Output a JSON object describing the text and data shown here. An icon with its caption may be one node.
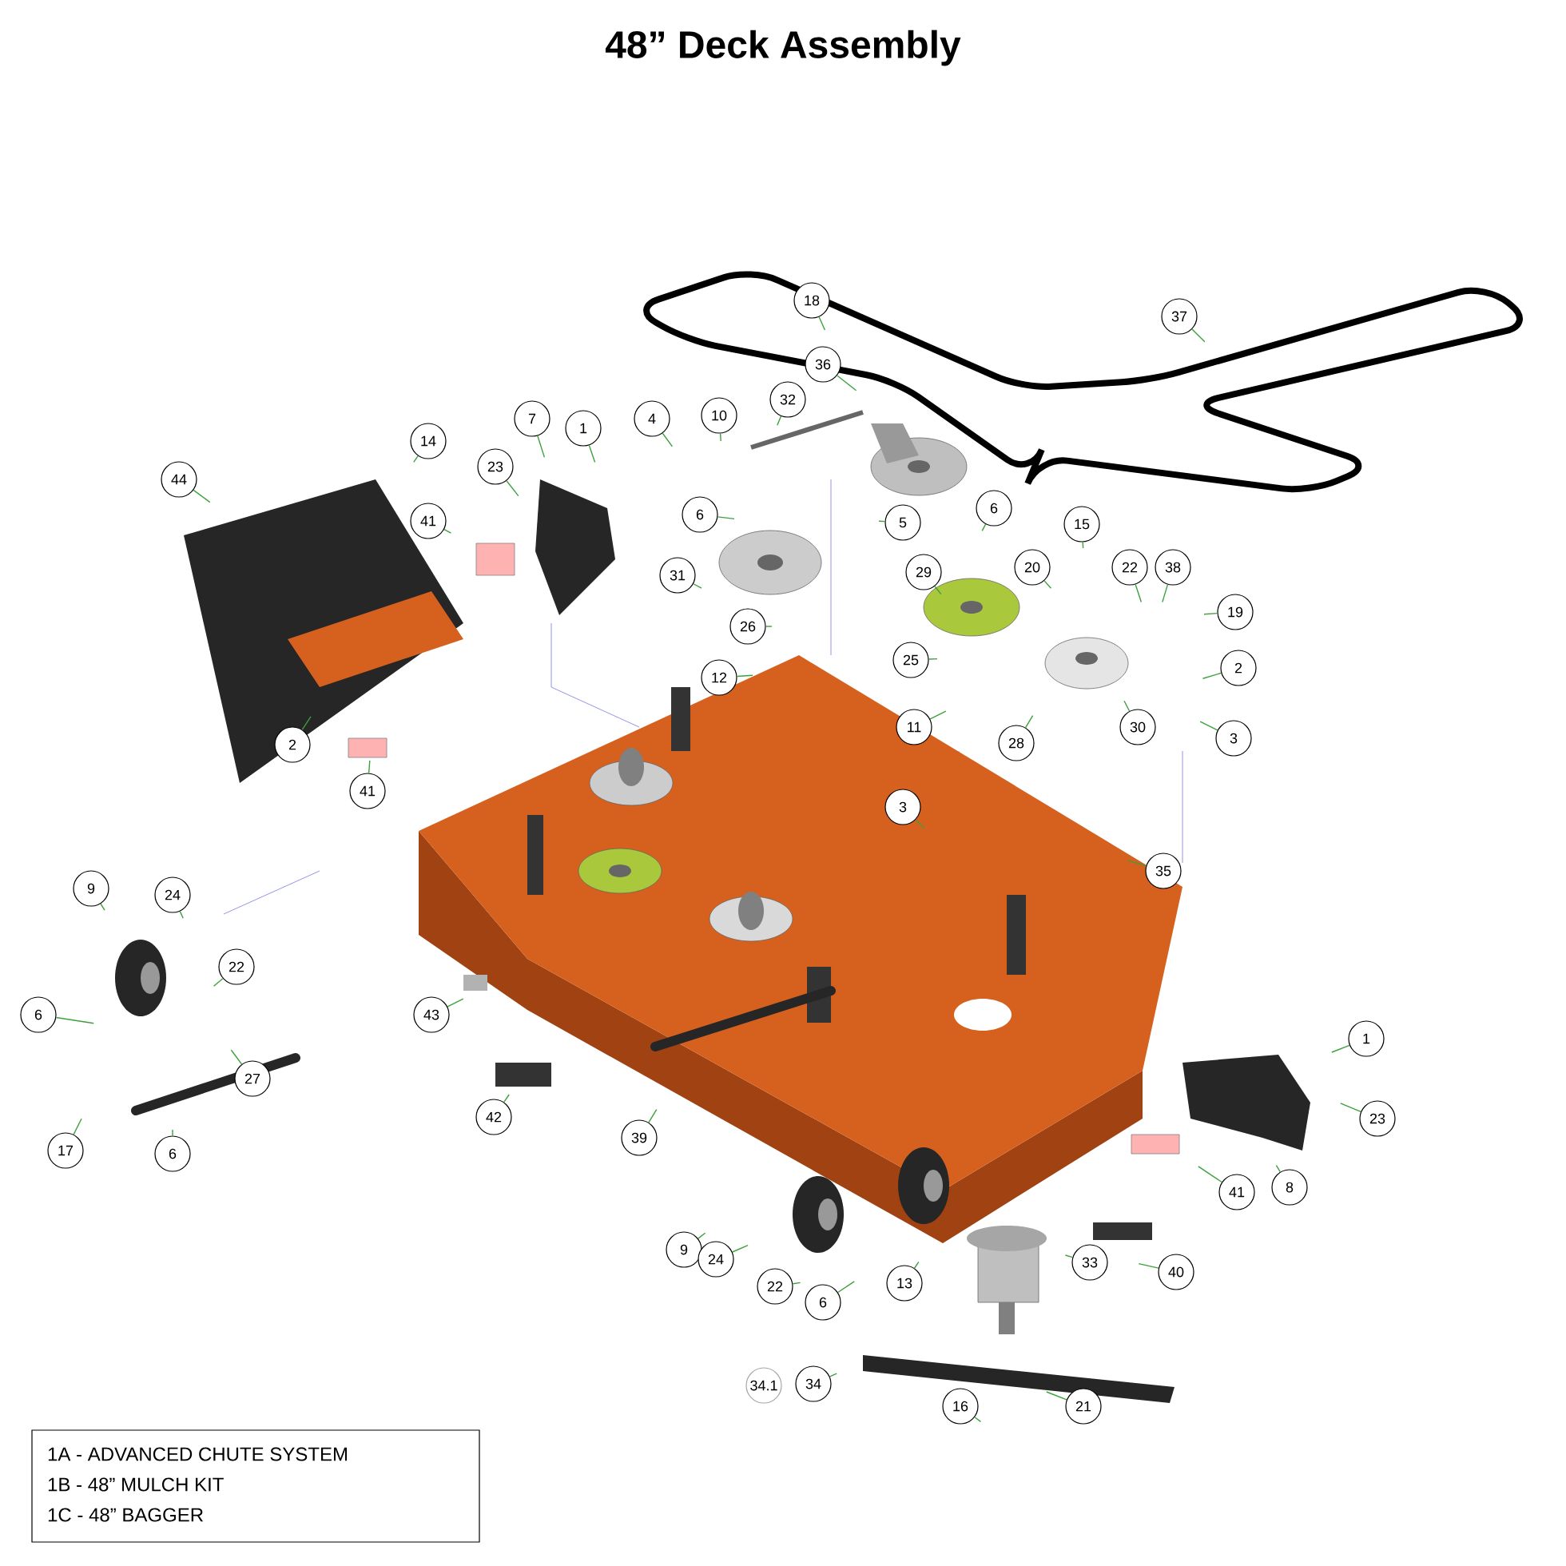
{
  "diagram": {
    "title": "48” Deck Assembly",
    "nodes": [
      {
        "text": [
          "18"
        ]
      },
      {
        "text": [
          "37"
        ]
      },
      {
        "text": [
          "36"
        ]
      },
      {
        "text": [
          "14"
        ]
      },
      {
        "text": [
          "7"
        ]
      },
      {
        "text": [
          "1"
        ]
      },
      {
        "text": [
          "4"
        ]
      },
      {
        "text": [
          "10"
        ]
      },
      {
        "text": [
          "32"
        ]
      },
      {
        "text": [
          "44"
        ]
      },
      {
        "text": [
          "23"
        ]
      },
      {
        "text": [
          "6"
        ]
      },
      {
        "text": [
          "5"
        ]
      },
      {
        "text": [
          "6"
        ]
      },
      {
        "text": [
          "15"
        ]
      },
      {
        "text": [
          "41"
        ]
      },
      {
        "text": [
          "20"
        ]
      },
      {
        "text": [
          "22"
        ]
      },
      {
        "text": [
          "38"
        ]
      },
      {
        "text": [
          "31"
        ]
      },
      {
        "text": [
          "29"
        ]
      },
      {
        "text": [
          "19"
        ]
      },
      {
        "text": [
          "26"
        ]
      },
      {
        "text": [
          "2"
        ]
      },
      {
        "text": [
          "12"
        ]
      },
      {
        "text": [
          "25"
        ]
      },
      {
        "text": [
          "11"
        ]
      },
      {
        "text": [
          "28"
        ]
      },
      {
        "text": [
          "30"
        ]
      },
      {
        "text": [
          "3"
        ]
      },
      {
        "text": [
          "2"
        ]
      },
      {
        "text": [
          "41"
        ]
      },
      {
        "text": [
          "3"
        ]
      },
      {
        "text": [
          "35"
        ]
      },
      {
        "text": [
          "9"
        ]
      },
      {
        "text": [
          "24"
        ]
      },
      {
        "text": [
          "22"
        ]
      },
      {
        "text": [
          "6"
        ]
      },
      {
        "text": [
          "43"
        ]
      },
      {
        "text": [
          "1"
        ]
      },
      {
        "text": [
          "27"
        ]
      },
      {
        "text": [
          "42"
        ]
      },
      {
        "text": [
          "39"
        ]
      },
      {
        "text": [
          "23"
        ]
      },
      {
        "text": [
          "17"
        ]
      },
      {
        "text": [
          "6"
        ]
      },
      {
        "text": [
          "41"
        ]
      },
      {
        "text": [
          "8"
        ]
      },
      {
        "text": [
          "9"
        ]
      },
      {
        "text": [
          "24"
        ]
      },
      {
        "text": [
          "33"
        ]
      },
      {
        "text": [
          "40"
        ]
      },
      {
        "text": [
          "13"
        ]
      },
      {
        "text": [
          "22"
        ]
      },
      {
        "text": [
          "6"
        ]
      },
      {
        "text": [
          "34.1"
        ]
      },
      {
        "text": [
          "34"
        ]
      },
      {
        "text": [
          "21"
        ]
      },
      {
        "text": [
          "16"
        ]
      }
    ],
    "edges": [
      {
        "from": 0,
        "to": null,
        "arrow": "none"
      },
      {
        "from": 1,
        "to": null,
        "arrow": "none"
      },
      {
        "from": 2,
        "to": null,
        "arrow": "none"
      },
      {
        "from": 3,
        "to": null,
        "arrow": "none"
      },
      {
        "from": 4,
        "to": null,
        "arrow": "none"
      },
      {
        "from": 5,
        "to": null,
        "arrow": "none"
      },
      {
        "from": 6,
        "to": null,
        "arrow": "none"
      },
      {
        "from": 7,
        "to": null,
        "arrow": "none"
      },
      {
        "from": 8,
        "to": null,
        "arrow": "none"
      },
      {
        "from": 9,
        "to": null,
        "arrow": "none"
      },
      {
        "from": 10,
        "to": null,
        "arrow": "none"
      },
      {
        "from": 11,
        "to": null,
        "arrow": "none"
      },
      {
        "from": 12,
        "to": null,
        "arrow": "none"
      },
      {
        "from": 13,
        "to": null,
        "arrow": "none"
      },
      {
        "from": 14,
        "to": null,
        "arrow": "none"
      },
      {
        "from": 15,
        "to": null,
        "arrow": "none"
      },
      {
        "from": 16,
        "to": null,
        "arrow": "none"
      },
      {
        "from": 17,
        "to": null,
        "arrow": "none"
      },
      {
        "from": 18,
        "to": null,
        "arrow": "none"
      },
      {
        "from": 19,
        "to": null,
        "arrow": "none"
      },
      {
        "from": 20,
        "to": null,
        "arrow": "none"
      },
      {
        "from": 21,
        "to": null,
        "arrow": "none"
      },
      {
        "from": 22,
        "to": null,
        "arrow": "none"
      },
      {
        "from": 23,
        "to": null,
        "arrow": "none"
      },
      {
        "from": 24,
        "to": null,
        "arrow": "none"
      },
      {
        "from": 25,
        "to": null,
        "arrow": "none"
      },
      {
        "from": 26,
        "to": null,
        "arrow": "none"
      },
      {
        "from": 27,
        "to": null,
        "arrow": "none"
      },
      {
        "from": 28,
        "to": null,
        "arrow": "none"
      },
      {
        "from": 29,
        "to": null,
        "arrow": "none"
      },
      {
        "from": 30,
        "to": null,
        "arrow": "none"
      },
      {
        "from": 31,
        "to": null,
        "arrow": "none"
      },
      {
        "from": 32,
        "to": null,
        "arrow": "none"
      },
      {
        "from": 33,
        "to": null,
        "arrow": "none"
      },
      {
        "from": 34,
        "to": null,
        "arrow": "none"
      },
      {
        "from": 35,
        "to": null,
        "arrow": "none"
      },
      {
        "from": 36,
        "to": null,
        "arrow": "none"
      },
      {
        "from": 37,
        "to": null,
        "arrow": "none"
      },
      {
        "from": 38,
        "to": null,
        "arrow": "none"
      },
      {
        "from": 39,
        "to": null,
        "arrow": "none"
      },
      {
        "from": 40,
        "to": null,
        "arrow": "none"
      },
      {
        "from": 41,
        "to": null,
        "arrow": "none"
      },
      {
        "from": 42,
        "to": null,
        "arrow": "none"
      },
      {
        "from": 43,
        "to": null,
        "arrow": "none"
      },
      {
        "from": 44,
        "to": null,
        "arrow": "none"
      },
      {
        "from": 45,
        "to": null,
        "arrow": "none"
      },
      {
        "from": 46,
        "to": null,
        "arrow": "none"
      },
      {
        "from": 47,
        "to": null,
        "arrow": "none"
      },
      {
        "from": 48,
        "to": null,
        "arrow": "none"
      },
      {
        "from": 49,
        "to": null,
        "arrow": "none"
      },
      {
        "from": 50,
        "to": null,
        "arrow": "none"
      },
      {
        "from": 51,
        "to": null,
        "arrow": "none"
      },
      {
        "from": 52,
        "to": null,
        "arrow": "none"
      },
      {
        "from": 53,
        "to": null,
        "arrow": "none"
      },
      {
        "from": 54,
        "to": null,
        "arrow": "none"
      },
      {
        "from": 56,
        "to": null,
        "arrow": "none"
      },
      {
        "from": 57,
        "to": null,
        "arrow": "none"
      },
      {
        "from": 58,
        "to": null,
        "arrow": "none"
      }
    ],
    "labels": [
      "1A - ADVANCED CHUTE SYSTEM",
      "1B - 48” MULCH KIT",
      "1C - 48” BAGGER"
    ]
  }
}
